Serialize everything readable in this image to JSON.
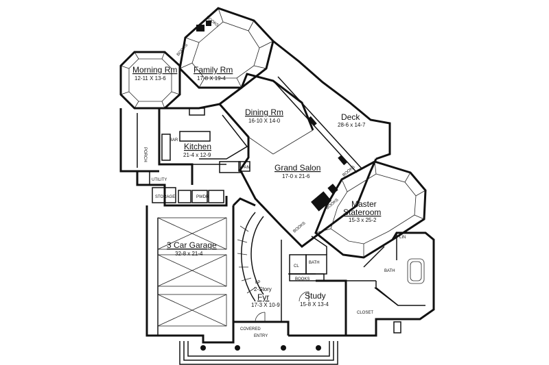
{
  "rooms": {
    "morning": {
      "name": "Morning Rm",
      "dims": "12-11 X 13-6"
    },
    "family": {
      "name": "Family Rm",
      "dims": "17-8 X 19-4"
    },
    "dining": {
      "name": "Dining Rm",
      "dims": "16-10 X 14-0"
    },
    "deck": {
      "name": "Deck",
      "dims": "28-6 x 14-7"
    },
    "kitchen": {
      "name": "Kitchen",
      "dims": "21-4 x 12-9"
    },
    "grand_salon": {
      "name": "Grand Salon",
      "dims": "17-0 x 21-6"
    },
    "master": {
      "name_line1": "Master",
      "name_line2": "Stateroom",
      "dims": "15-3 x 25-2"
    },
    "garage": {
      "name": "3 Car Garage",
      "dims": "32-8 x 21-4"
    },
    "foyer": {
      "line1": "2-Story",
      "name": "Fyr",
      "dims": "17-3 X 10-9"
    },
    "study": {
      "name": "Study",
      "dims": "15-8 X 13-4"
    }
  },
  "labels": {
    "books_top": "BOOKS",
    "books_left": "BOOKS",
    "books_salon_a": "BOOKS",
    "books_salon_b": "BOOKS",
    "books_salon_c": "BOOKS",
    "books_study": "BOOKS",
    "porch": "PORCH",
    "bar": "BAR",
    "pan": "PAN",
    "pwdr": "PWDR",
    "storage": "STORAGE",
    "cl": "CL",
    "bath": "BATH",
    "bath_master": "BATH",
    "lin": "LIN",
    "closet": "CLOSET",
    "lp": "LP",
    "covered": "COVERED",
    "entry": "ENTRY",
    "utility": "UTILITY"
  }
}
